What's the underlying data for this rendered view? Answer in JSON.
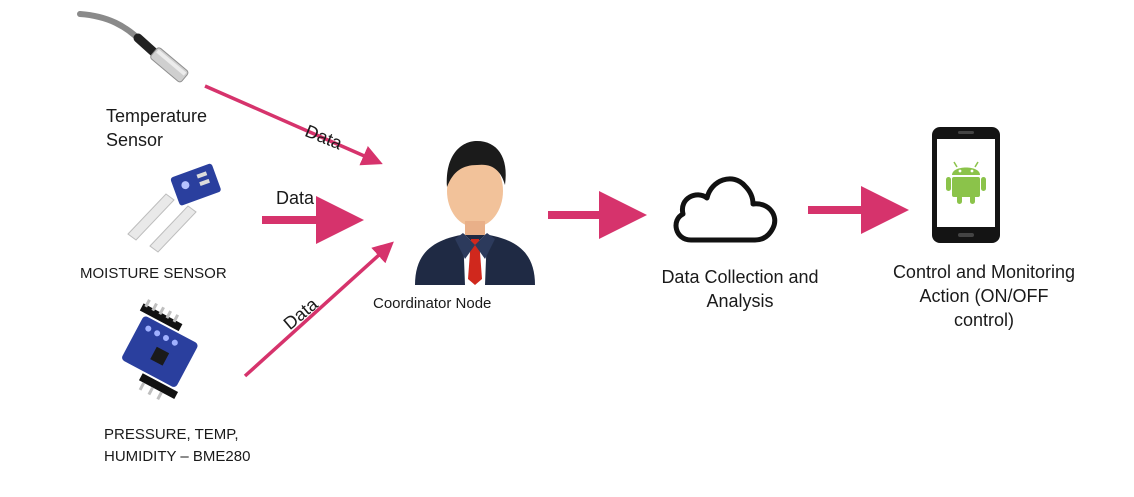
{
  "sensors": {
    "temperature_label": "Temperature\nSensor",
    "moisture_label": "MOISTURE SENSOR",
    "bme_label_line1": "PRESSURE, TEMP,",
    "bme_label_line2": "HUMIDITY – BME280"
  },
  "edges": {
    "data_top": "Data",
    "data_middle": "Data",
    "data_bottom": "Data"
  },
  "nodes": {
    "coordinator": "Coordinator Node",
    "cloud": "Data Collection and\nAnalysis",
    "phone": "Control and Monitoring\nAction (ON/OFF\ncontrol)"
  },
  "colors": {
    "arrow": "#d6336c",
    "sensor_board": "#2a3f9e",
    "android": "#8bc34a",
    "suit": "#1f2a44",
    "tie": "#d0281d"
  }
}
